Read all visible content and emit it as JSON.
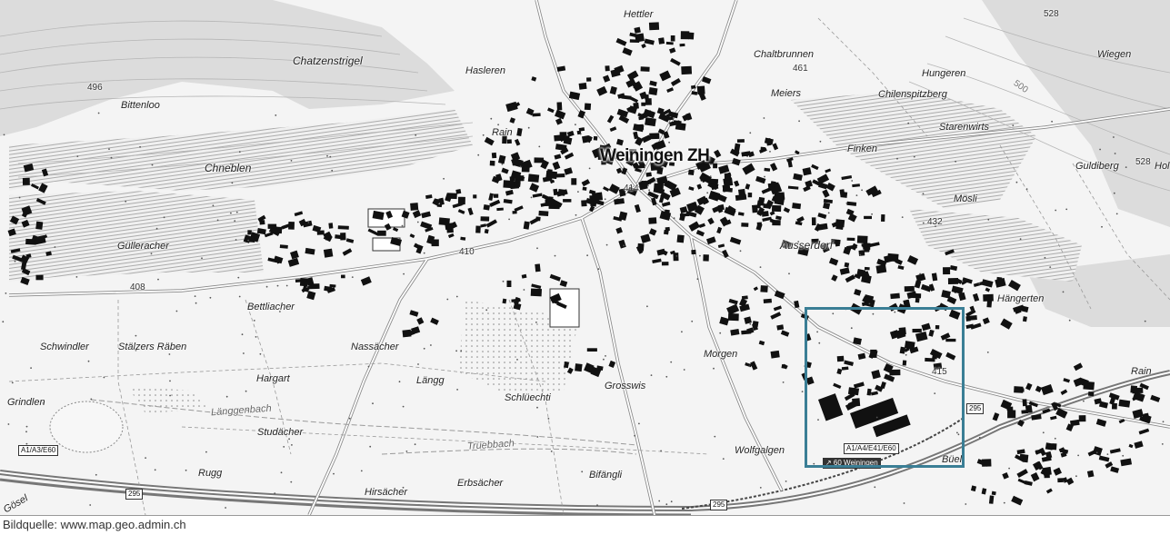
{
  "map": {
    "town_label": "Weiningen ZH",
    "places": {
      "hettler": "Hettler",
      "chatzenstrigel": "Chatzenstrigel",
      "hasleren": "Hasleren",
      "bittenloo": "Bittenloo",
      "rain_north": "Rain",
      "chneblen": "Chneblen",
      "chaltbrunnen": "Chaltbrunnen",
      "meiers": "Meiers",
      "hungeren": "Hungeren",
      "chilenspitzberg": "Chilenspitzberg",
      "starenwirts": "Starenwirts",
      "wiegen": "Wiegen",
      "finken": "Finken",
      "guldiberg": "Guldiberg",
      "hol": "Hol",
      "mosli": "Mösli",
      "ausserdorf": "Ausserdorf",
      "gulleracher": "Gülleracher",
      "bettliacher": "Bettliacher",
      "schwindler": "Schwindler",
      "stalzers_raben": "Stälzers Räben",
      "nassacher": "Nassächer",
      "hargart": "Hargart",
      "langg": "Längg",
      "schluechti": "Schlüechti",
      "grosswis": "Grosswis",
      "morgen": "Morgen",
      "hangerten": "Hängerten",
      "rain_east": "Rain",
      "grindlen": "Grindlen",
      "studacher": "Studächer",
      "rugg": "Rugg",
      "hirsacher": "Hirsächer",
      "erbsacher": "Erbsächer",
      "bifangli": "Bifängli",
      "wolfgalgen": "Wolfgalgen",
      "buel": "Büel",
      "gosel": "Gösel"
    },
    "water": {
      "langgenbach": "Länggenbach",
      "truebbach": "Trüebbach"
    },
    "contour_500": "500",
    "altitudes": {
      "a528_top": "528",
      "a496": "496",
      "a461": "461",
      "a528_right": "528",
      "a414": "414",
      "a432": "432",
      "a410": "410",
      "a408": "408",
      "a415": "415"
    },
    "road_shields": {
      "a1_a4_e41_e60": "A1/A4/E41/E60",
      "exit_60": "↗ 60 Weiningen",
      "r295_right": "295",
      "r295_bottom": "295",
      "r295_left": "295",
      "a1_a3_e60": "A1/A3/E60"
    },
    "colors": {
      "highlight_box": "#3a7e95",
      "buildings": "#111111",
      "forest": "#dcdcdc"
    }
  },
  "caption": "Bildquelle: www.map.geo.admin.ch"
}
